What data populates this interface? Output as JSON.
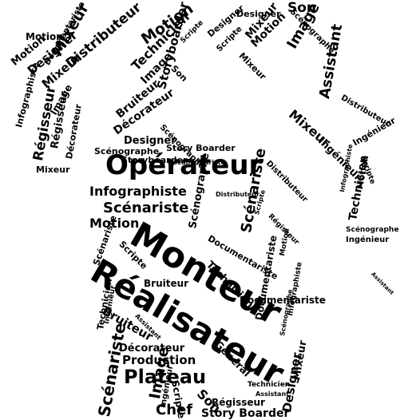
{
  "cloud": {
    "words": [
      "Mixeur",
      "Documentariste",
      "Distributeur",
      "Technicien",
      "Motion",
      "Designer",
      "Storyboarder",
      "Son",
      "Scénographe",
      "Image",
      "Scripte",
      "Assistant",
      "Bruiteur",
      "Décorateur",
      "Infographiste",
      "Régisseur",
      "Ingénieur",
      "Opérateur",
      "Story Boarder",
      "Scénariste",
      "Monteur",
      "Réalisateur",
      "Production",
      "Général",
      "Plateau",
      "Chef"
    ],
    "colors": {
      "text": "#000000",
      "background": "#ffffff"
    }
  }
}
